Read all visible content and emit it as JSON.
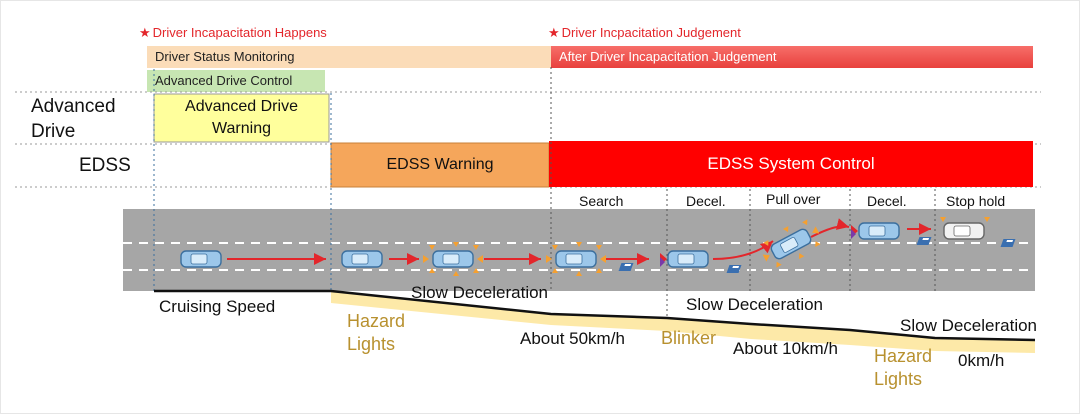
{
  "events": {
    "incapacitation_happens": "Driver Incapacitation Happens",
    "incapacitation_judgement": "Driver Incpacitation Judgement"
  },
  "bars": {
    "driver_status_monitoring": "Driver Status Monitoring",
    "after_judgement": "After Driver Incapacitation Judgement",
    "advanced_drive_control": "Advanced Drive Control"
  },
  "rows": {
    "advanced_drive": [
      "Advanced",
      "Drive"
    ],
    "edss": "EDSS"
  },
  "boxes": {
    "advanced_drive_warning": [
      "Advanced Drive",
      "Warning"
    ],
    "edss_warning": "EDSS Warning",
    "edss_system_control": "EDSS System Control"
  },
  "phases": [
    "Search",
    "Decel.",
    "Pull over",
    "Decel.",
    "Stop hold"
  ],
  "speed_labels": {
    "cruising": "Cruising Speed",
    "slow_decel_1": "Slow Deceleration",
    "hazard_lights_1": [
      "Hazard",
      "Lights"
    ],
    "about_50": "About 50km/h",
    "slow_decel_2": "Slow Deceleration",
    "blinker": "Blinker",
    "about_10": "About 10km/h",
    "slow_decel_3": "Slow Deceleration",
    "hazard_lights_2": [
      "Hazard",
      "Lights"
    ],
    "zero": "0km/h"
  },
  "colors": {
    "event_red": "#e3262b",
    "status_bar": "#fbdcb8",
    "after_bar": "#f25a55",
    "control_bar": "#c7e6b2",
    "warning_box": "#ffff9c",
    "edss_warning": "#f5a65b",
    "edss_control": "#ff0000",
    "road": "#a6a6a6",
    "speed_band": "#fde9a8",
    "orange_text": "#b8912f"
  }
}
